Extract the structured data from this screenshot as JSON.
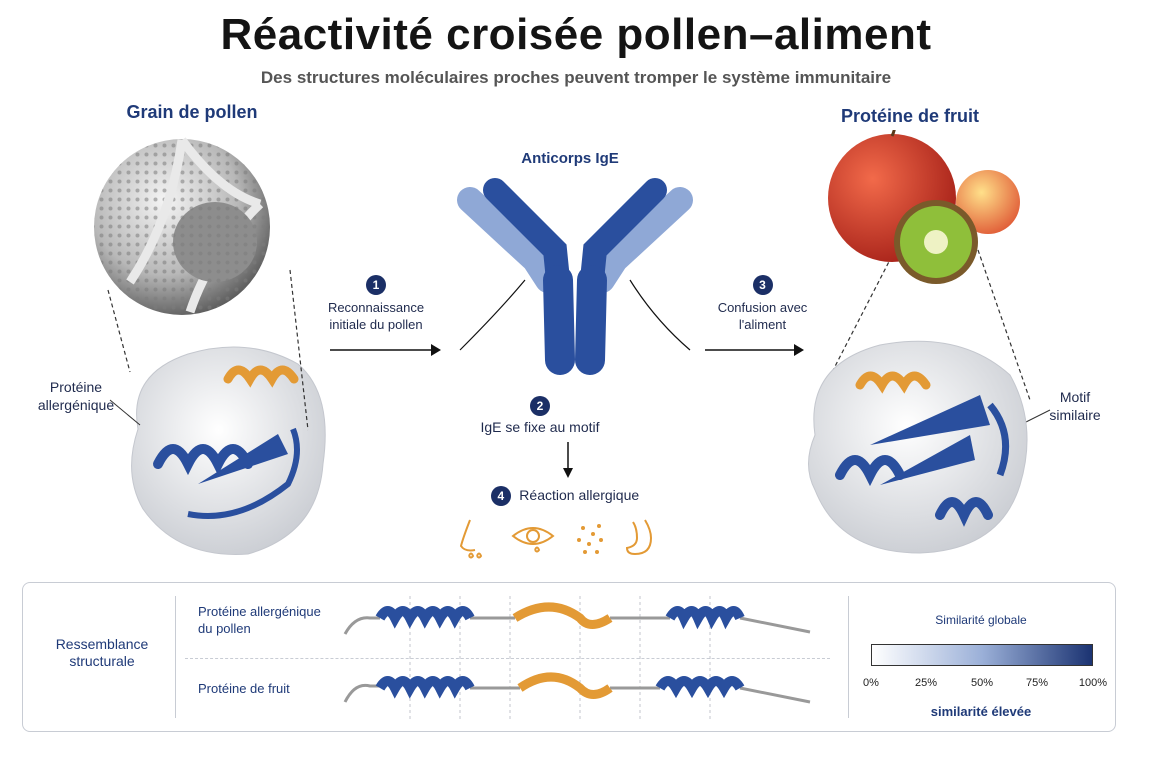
{
  "title": "Réactivité croisée pollen–aliment",
  "subtitle": "Des structures moléculaires proches peuvent tromper le système immunitaire",
  "pollen": {
    "heading": "Grain de pollen",
    "protein_label": "Protéine allergénique"
  },
  "antibody": {
    "heading": "Anticorps IgE"
  },
  "fruit": {
    "heading": "Protéine de fruit",
    "motif_label": "Motif similaire"
  },
  "steps": [
    {
      "num": "1",
      "text": "Reconnaissance initiale du pollen"
    },
    {
      "num": "2",
      "text": "IgE se fixe au motif"
    },
    {
      "num": "3",
      "text": "Confusion avec l'aliment"
    },
    {
      "num": "4",
      "text": "Réaction allergique"
    }
  ],
  "symptom_icons": [
    "nose-icon",
    "eye-icon",
    "skin-rash-icon",
    "stomach-icon"
  ],
  "comparison": {
    "section_label": "Ressemblance structurale",
    "row_pollen": "Protéine allergénique du pollen",
    "row_fruit": "Protéine de fruit",
    "scale_title": "Similarité globale",
    "scale_ticks": [
      "0%",
      "25%",
      "50%",
      "75%",
      "100%"
    ],
    "scale_caption": "similarité élevée"
  },
  "colors": {
    "helix_blue": "#2a4f9e",
    "motif_orange": "#e39a35",
    "navy": "#1b2f66",
    "light_blue": "#8fa8d6"
  }
}
